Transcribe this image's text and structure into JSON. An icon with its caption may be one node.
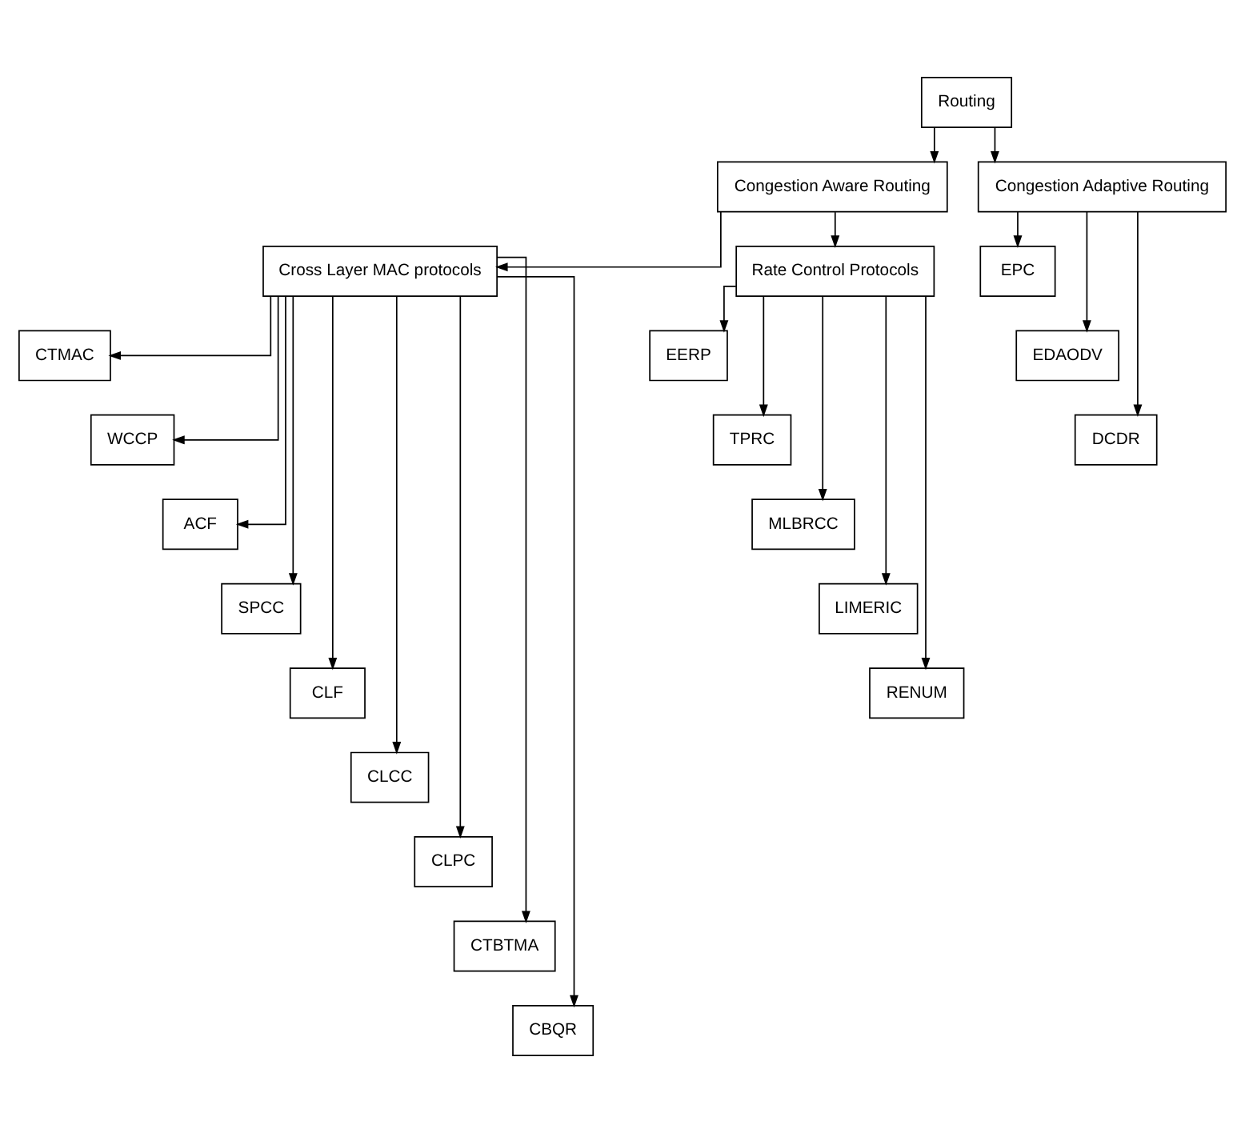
{
  "diagram": {
    "nodes": [
      {
        "text": [
          "Routing"
        ]
      },
      {
        "text": [
          "Congestion Aware Routing"
        ]
      },
      {
        "text": [
          "Congestion Adaptive Routing"
        ]
      },
      {
        "text": [
          "Cross Layer MAC protocols"
        ]
      },
      {
        "text": [
          "Rate Control Protocols"
        ]
      },
      {
        "text": [
          "EPC"
        ]
      },
      {
        "text": [
          "EDAODV"
        ]
      },
      {
        "text": [
          "DCDR"
        ]
      },
      {
        "text": [
          "CTMAC"
        ]
      },
      {
        "text": [
          "WCCP"
        ]
      },
      {
        "text": [
          "ACF"
        ]
      },
      {
        "text": [
          "SPCC"
        ]
      },
      {
        "text": [
          "CLF"
        ]
      },
      {
        "text": [
          "CLCC"
        ]
      },
      {
        "text": [
          "CLPC"
        ]
      },
      {
        "text": [
          "CTBTMA"
        ]
      },
      {
        "text": [
          "CBQR"
        ]
      },
      {
        "text": [
          "EERP"
        ]
      },
      {
        "text": [
          "TPRC"
        ]
      },
      {
        "text": [
          "MLBRCC"
        ]
      },
      {
        "text": [
          "LIMERIC"
        ]
      },
      {
        "text": [
          "RENUM"
        ]
      }
    ],
    "edges": [
      {
        "from": 0,
        "to": 1,
        "arrow": "to"
      },
      {
        "from": 0,
        "to": 2,
        "arrow": "to"
      },
      {
        "from": 1,
        "to": 3,
        "arrow": "to"
      },
      {
        "from": 1,
        "to": 4,
        "arrow": "to"
      },
      {
        "from": 2,
        "to": 5,
        "arrow": "to"
      },
      {
        "from": 2,
        "to": 6,
        "arrow": "to"
      },
      {
        "from": 2,
        "to": 7,
        "arrow": "to"
      },
      {
        "from": 3,
        "to": 8,
        "arrow": "to"
      },
      {
        "from": 3,
        "to": 9,
        "arrow": "to"
      },
      {
        "from": 3,
        "to": 10,
        "arrow": "to"
      },
      {
        "from": 3,
        "to": 11,
        "arrow": "to"
      },
      {
        "from": 3,
        "to": 12,
        "arrow": "to"
      },
      {
        "from": 3,
        "to": 13,
        "arrow": "to"
      },
      {
        "from": 3,
        "to": 14,
        "arrow": "to"
      },
      {
        "from": 3,
        "to": 15,
        "arrow": "to"
      },
      {
        "from": 3,
        "to": 16,
        "arrow": "to"
      },
      {
        "from": 4,
        "to": 17,
        "arrow": "to"
      },
      {
        "from": 4,
        "to": 18,
        "arrow": "to"
      },
      {
        "from": 4,
        "to": 19,
        "arrow": "to"
      },
      {
        "from": 4,
        "to": 20,
        "arrow": "to"
      },
      {
        "from": 4,
        "to": 21,
        "arrow": "to"
      }
    ]
  }
}
